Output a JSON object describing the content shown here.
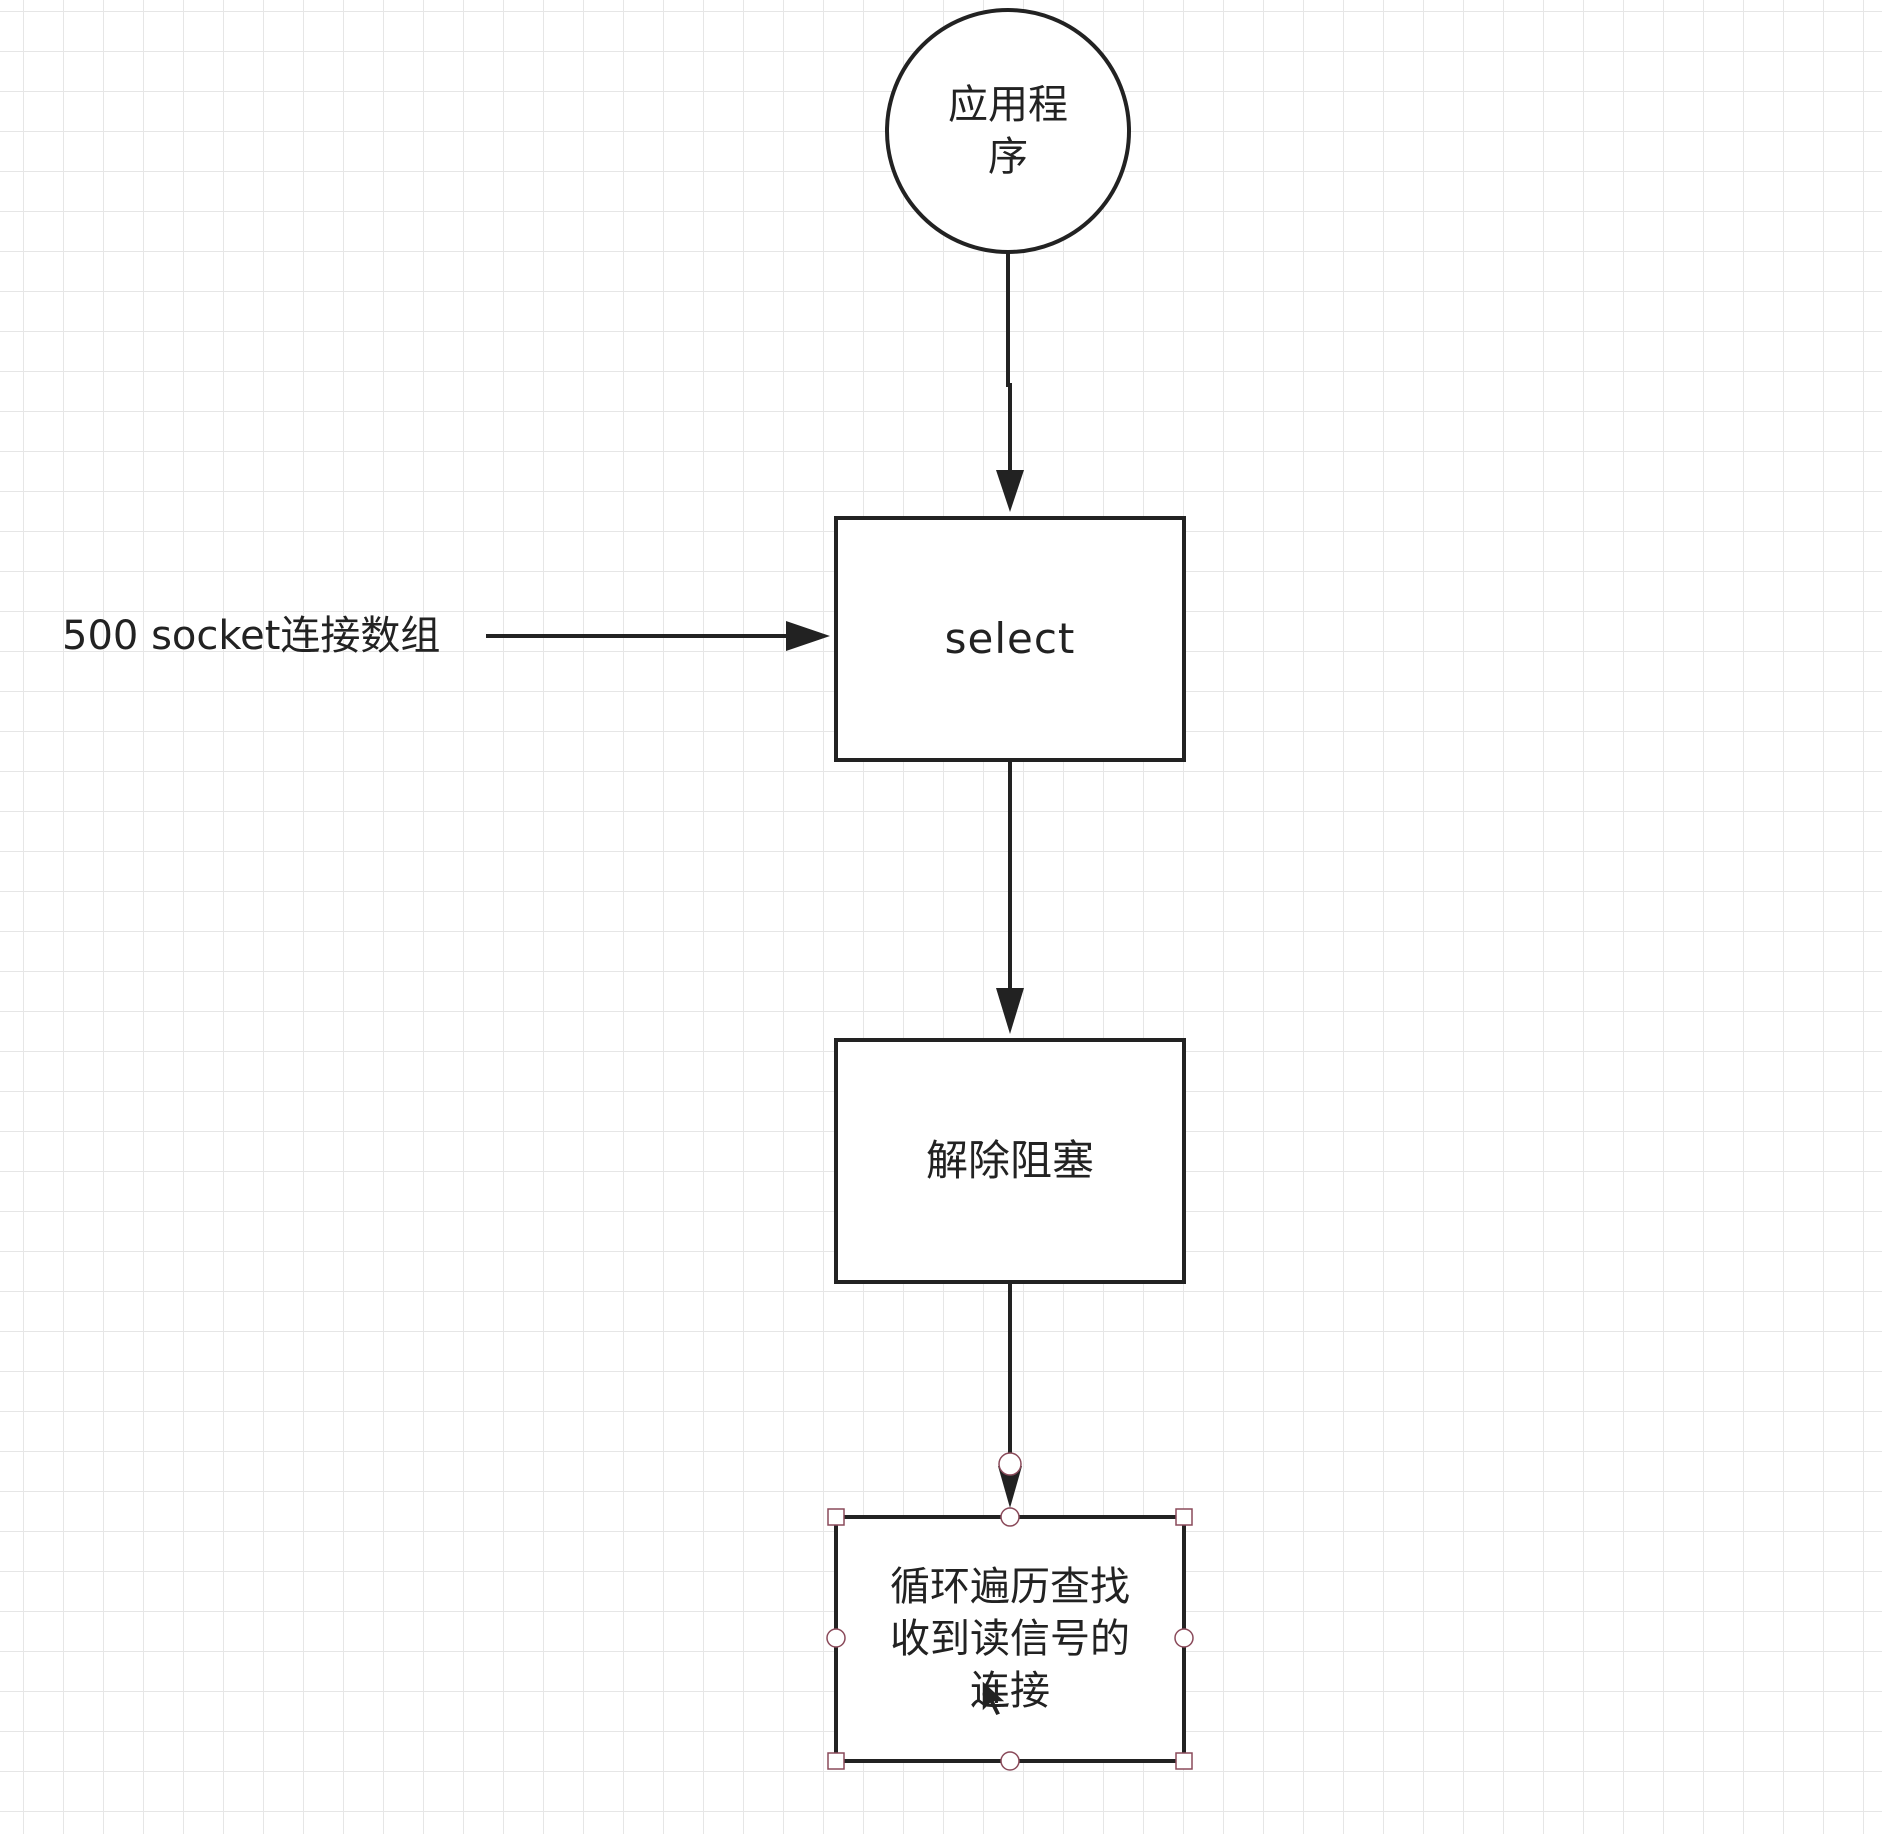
{
  "nodes": {
    "app": {
      "label": "应用程\n序"
    },
    "select": {
      "label": "select"
    },
    "unblock": {
      "label": "解除阻塞"
    },
    "traverse": {
      "label": "循环遍历查找\n收到读信号的\n连接"
    }
  },
  "edge_labels": {
    "sockets": "500 socket连接数组"
  },
  "colors": {
    "stroke": "#222222",
    "grid": "#e6e6e6",
    "selection_handle": "#8a4a5a"
  },
  "icons": {
    "cursor": "mouse-pointer-icon"
  }
}
